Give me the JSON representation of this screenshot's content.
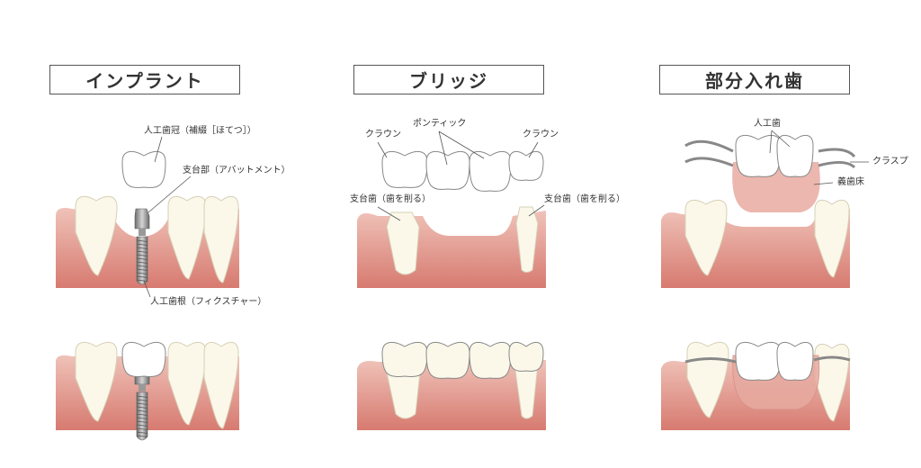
{
  "panels": [
    {
      "title": "インプラント",
      "labels": {
        "crown": "人工歯冠（補綴［ほてつ］）",
        "abutment": "支台部（アバットメント）",
        "fixture": "人工歯根（フィクスチャー）"
      }
    },
    {
      "title": "ブリッジ",
      "labels": {
        "crown_left": "クラウン",
        "pontic": "ポンティック",
        "crown_right": "クラウン",
        "abutment_left": "支台歯（歯を削る）",
        "abutment_right": "支台歯（歯を削る）"
      }
    },
    {
      "title": "部分入れ歯",
      "labels": {
        "artificial_teeth": "人工歯",
        "clasp": "クラスプ",
        "denture_base": "義歯床"
      }
    }
  ],
  "colors": {
    "gum_top": "#efc2b8",
    "gum_bottom": "#d77a70",
    "tooth": "#fbf8ea",
    "tooth_outline": "#d6d0b6",
    "denture": "#e7aaa0",
    "metal": "#8a8a8a"
  }
}
